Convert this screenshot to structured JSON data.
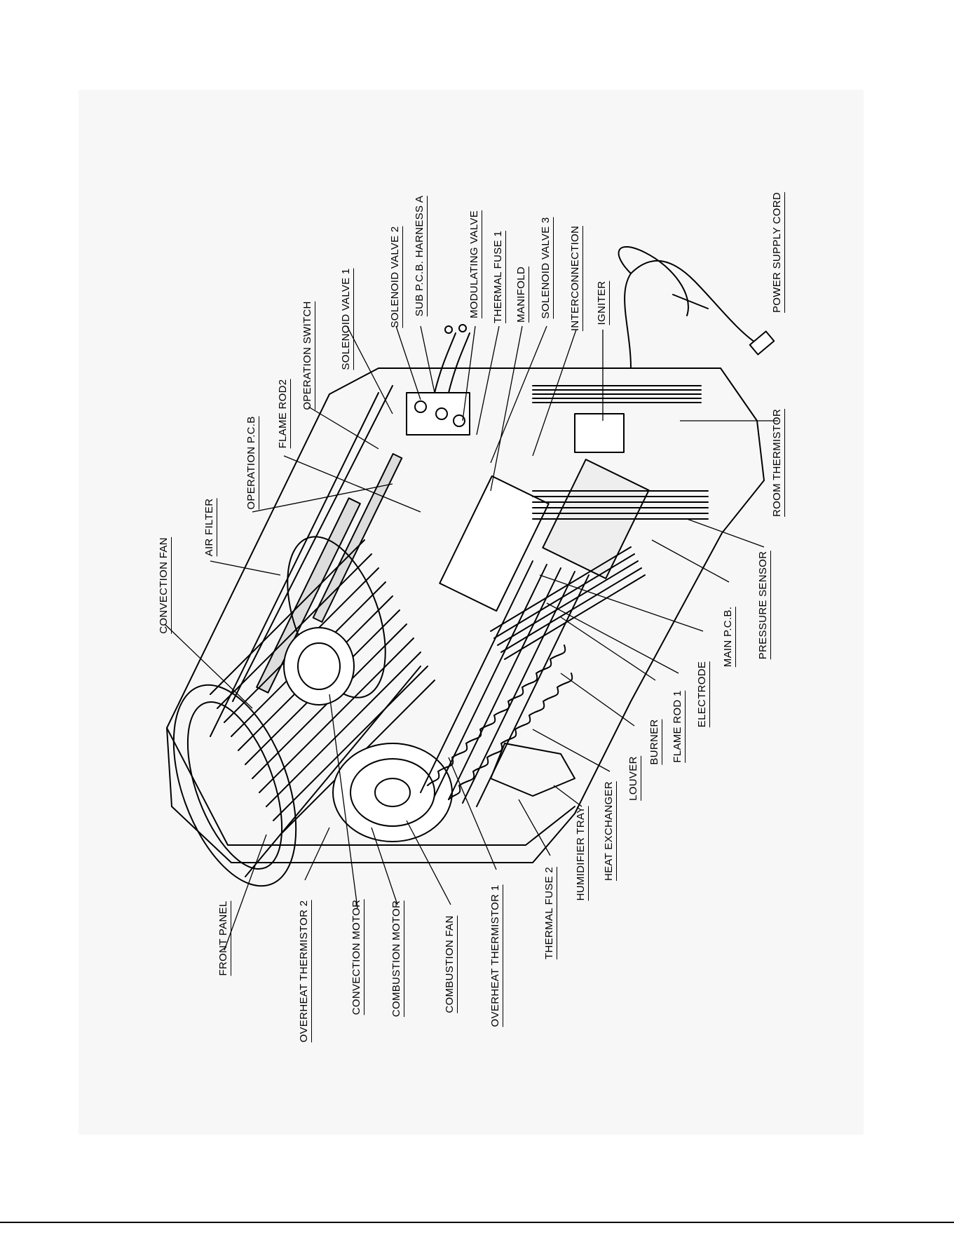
{
  "labels": {
    "front_panel": "FRONT PANEL",
    "overheat_thermistor_2": "OVERHEAT THERMISTOR 2",
    "convection_motor": "CONVECTION MOTOR",
    "combustion_motor": "COMBUSTION MOTOR",
    "combustion_fan": "COMBUSTION FAN",
    "overheat_thermistor_1": "OVERHEAT THERMISTOR 1",
    "thermal_fuse_2": "THERMAL FUSE 2",
    "humidifier_tray": "HUMIDIFIER TRAY",
    "heat_exchanger": "HEAT EXCHANGER",
    "louver": "LOUVER",
    "burner": "BURNER",
    "flame_rod_1": "FLAME ROD 1",
    "electrode": "ELECTRODE",
    "main_pcb": "MAIN P.C.B.",
    "pressure_sensor": "PRESSURE SENSOR",
    "room_thermistor": "ROOM THERMISTOR",
    "power_supply_cord": "POWER SUPPLY CORD",
    "igniter": "IGNITER",
    "interconnection": "INTERCONNECTION",
    "solenoid_valve_3": "SOLENOID VALVE 3",
    "manifold": "MANIFOLD",
    "thermal_fuse_1": "THERMAL FUSE 1",
    "modulating_valve": "MODULATING VALVE",
    "sub_pcb_harness_a": "SUB P.C.B. HARNESS A",
    "solenoid_valve_2": "SOLENOID VALVE 2",
    "solenoid_valve_1": "SOLENOID VALVE 1",
    "operation_switch": "OPERATION SWITCH",
    "flame_rod2": "FLAME ROD2",
    "operation_pcb": "OPERATION P.C.B",
    "air_filter": "AIR FILTER",
    "convection_fan": "CONVECTION FAN"
  }
}
